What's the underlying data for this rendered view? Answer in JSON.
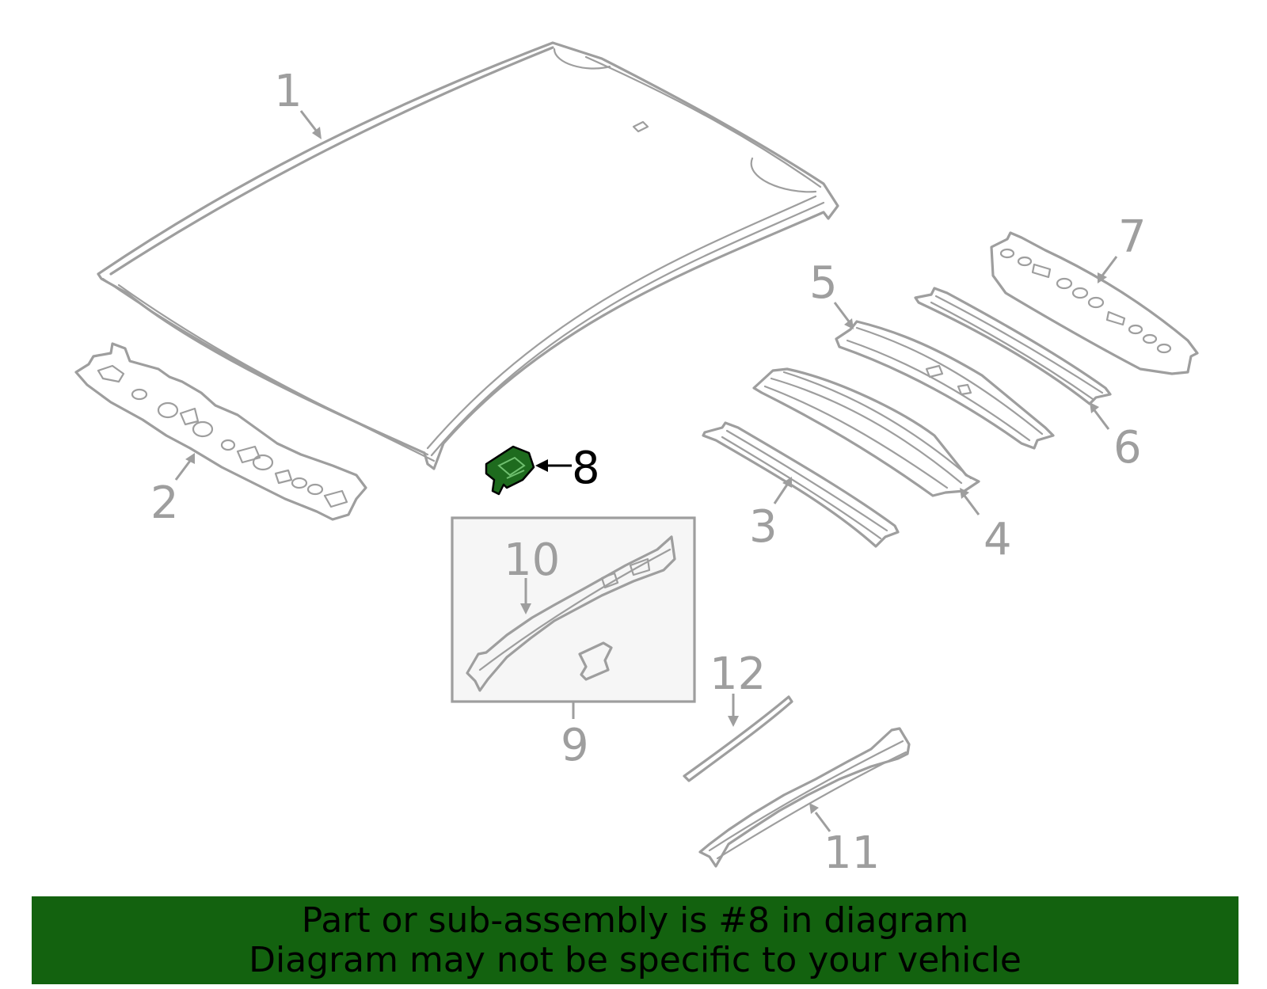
{
  "callouts": {
    "c1": "1",
    "c2": "2",
    "c3": "3",
    "c4": "4",
    "c5": "5",
    "c6": "6",
    "c7": "7",
    "c8": "8",
    "c9": "9",
    "c10": "10",
    "c11": "11",
    "c12": "12"
  },
  "highlighted_part": "8",
  "banner": {
    "line1": "Part or sub-assembly is #8 in diagram",
    "line2": "Diagram may not be specific to your vehicle",
    "background_color": "#13620f"
  },
  "colors": {
    "line_art": "#9e9e9e",
    "highlight_fill": "#1e6b1e"
  }
}
